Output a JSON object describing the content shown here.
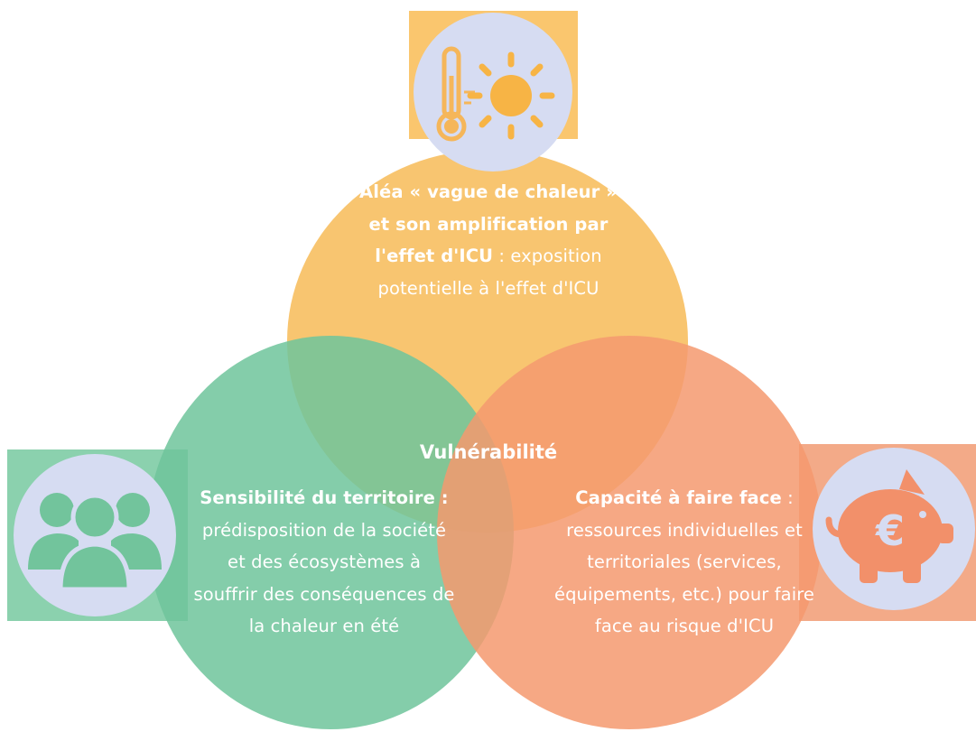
{
  "hazard": {
    "title": "Aléa « vague de chaleur » et son amplification par l'effet d'ICU",
    "separator": " : ",
    "description": "exposition potentielle à l'effet d'ICU",
    "icon": "thermometer-sun-icon"
  },
  "sensitivity": {
    "title": "Sensibilité du territoire",
    "separator": " :",
    "description": "prédisposition de la société et des écosystèmes à souffrir des conséquences de la chaleur en été",
    "icon": "people-group-icon"
  },
  "capacity": {
    "title": "Capacité à faire face",
    "separator": " :",
    "description": "ressources individuelles et territoriales (services, équipements, etc.) pour faire face au risque d'ICU",
    "icon": "piggy-bank-euro-icon"
  },
  "center": {
    "label": "Vulnérabilité"
  },
  "colors": {
    "hazard": "#f7bb58",
    "sensitivity": "#74c8a0",
    "capacity": "#f49f78",
    "icon_bg": "#d6dcf2"
  }
}
